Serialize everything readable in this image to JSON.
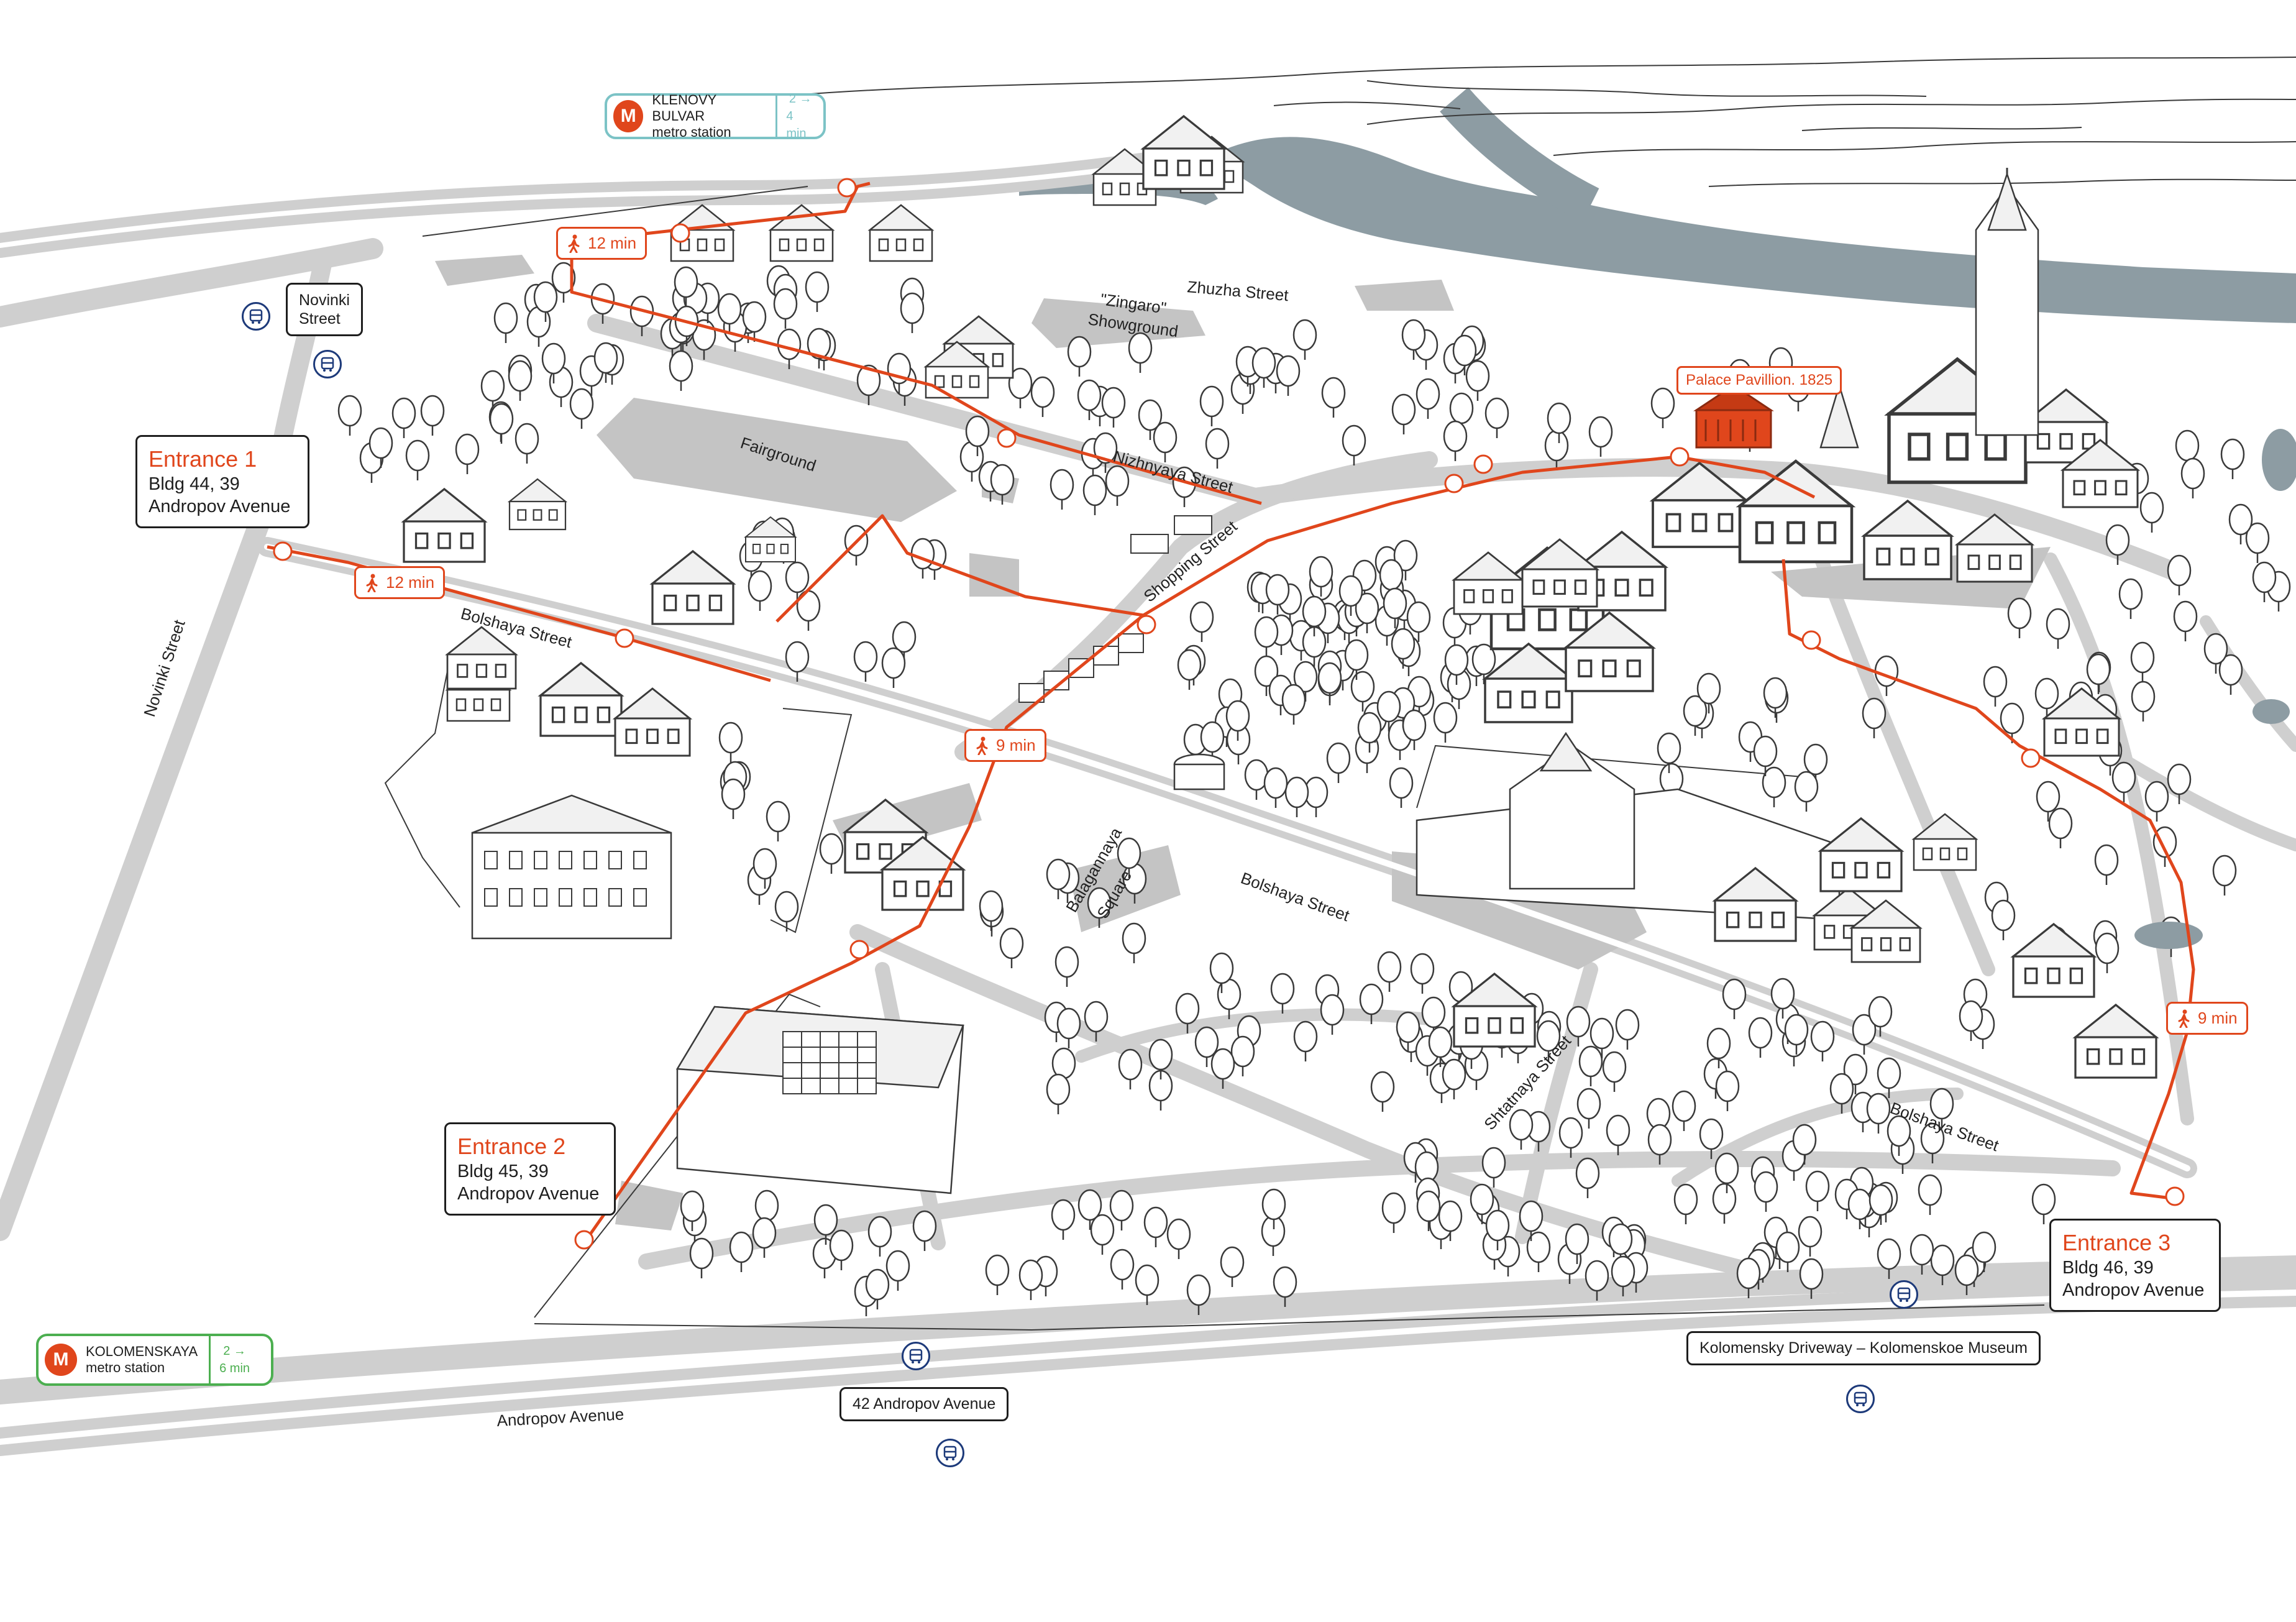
{
  "colors": {
    "accent": "#e0461c",
    "road": "#cfcfcf",
    "plaza": "#c4c4c4",
    "river": "#8d9ca3",
    "outline": "#3a3a3a",
    "bus_stop": "#1d3a7a",
    "metro_klenovy": "#7cc3c6",
    "metro_kolomenskaya": "#4caf50",
    "metro_icon_red": "#e0461c"
  },
  "metro": {
    "klenovy": {
      "name": "KLENOVY BULVAR",
      "type": "metro station",
      "line_no": "2 →",
      "time": "4 min"
    },
    "kolomenskaya": {
      "name": "KOLOMENSKAYA",
      "type": "metro station",
      "line_no": "2 →",
      "time": "6 min"
    }
  },
  "entrances": {
    "e1": {
      "title": "Entrance 1",
      "line1": "Bldg 44, 39",
      "line2": "Andropov Avenue"
    },
    "e2": {
      "title": "Entrance 2",
      "line1": "Bldg 45, 39",
      "line2": "Andropov Avenue"
    },
    "e3": {
      "title": "Entrance 3",
      "line1": "Bldg 46, 39",
      "line2": "Andropov Avenue"
    }
  },
  "walk_times": {
    "top": "12 min",
    "entrance1": "12 min",
    "center": "9 min",
    "right": "9 min"
  },
  "bus_stops": {
    "novinki": "Novinki\nStreet",
    "andropov42": "42 Andropov Avenue",
    "kolomensky": "Kolomensky Driveway – Kolomenskoe Museum"
  },
  "landmark": {
    "pavilion": "Palace Pavillion. 1825"
  },
  "streets": {
    "zhuzha": "Zhuzha Street",
    "zingaro1": "\"Zingaro\"",
    "zingaro2": "Showground",
    "fairground": "Fairground",
    "nizhnyaya": "Nizhnyaya Street",
    "shopping": "Shopping Street",
    "bolshaya1": "Bolshaya Street",
    "bolshaya2": "Bolshaya Street",
    "bolshaya3": "Bolshaya Street",
    "novinki": "Novinki Street",
    "balagannaya1": "Balagannaya",
    "balagannaya2": "Square",
    "shtatnaya": "Shtatnaya Street",
    "andropov": "Andropov Avenue"
  },
  "icons": [
    "metro-icon",
    "bus-icon",
    "walk-icon",
    "arrow-icon",
    "entrance-pin-icon"
  ]
}
